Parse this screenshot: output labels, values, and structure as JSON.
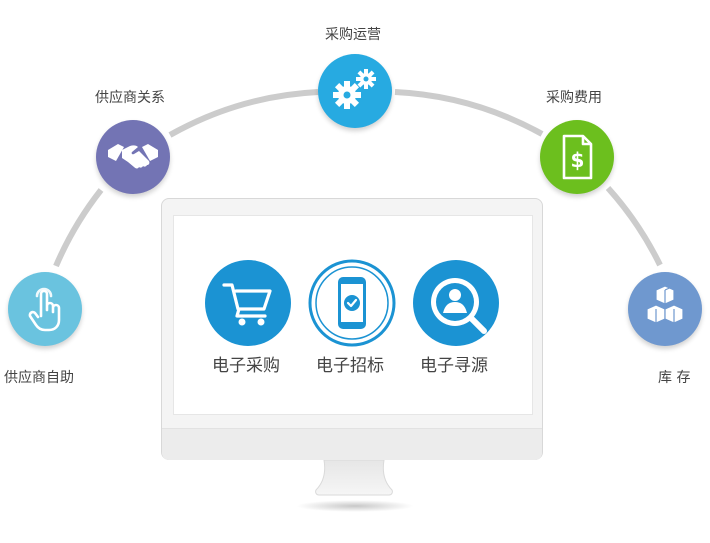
{
  "nodes": {
    "supplier_self_service": {
      "label": "供应商自助",
      "color": "#6ac3df",
      "icon": "hand-pointer-icon"
    },
    "supplier_relations": {
      "label": "供应商关系",
      "color": "#7374b4",
      "icon": "handshake-icon"
    },
    "procurement_ops": {
      "label": "采购运营",
      "color": "#27aae1",
      "icon": "gears-icon"
    },
    "procurement_cost": {
      "label": "采购费用",
      "color": "#6cbf1e",
      "icon": "dollar-document-icon"
    },
    "inventory": {
      "label": "库 存",
      "color": "#6f98cf",
      "icon": "boxes-icon"
    }
  },
  "screen": {
    "items": [
      {
        "label": "电子采购",
        "icon": "shopping-cart-icon"
      },
      {
        "label": "电子招标",
        "icon": "mobile-check-icon"
      },
      {
        "label": "电子寻源",
        "icon": "person-search-icon"
      }
    ],
    "icon_color": "#1b93d3"
  },
  "arc_color": "#cccccc"
}
